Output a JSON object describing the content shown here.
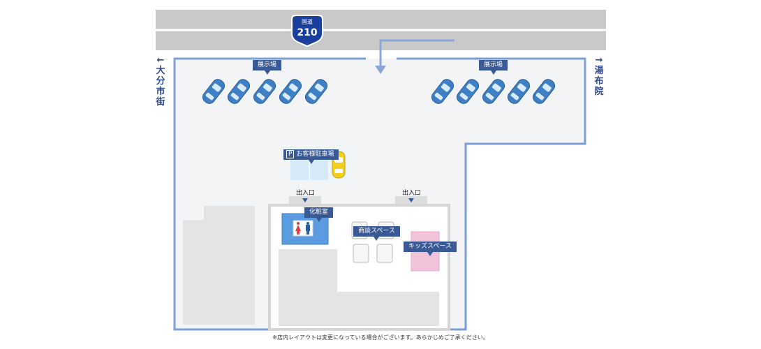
{
  "route": {
    "label": "国道",
    "number": "210"
  },
  "directions": {
    "left": {
      "arrow": "←",
      "text": "大分市街"
    },
    "right": {
      "arrow": "→",
      "text": "湯布院"
    }
  },
  "labels": {
    "showroom_left": "展示場",
    "showroom_right": "展示場",
    "parking_mark": "P",
    "parking": "お客様駐車場",
    "entrance_1": "出入口",
    "entrance_2": "出入口",
    "restroom": "化粧室",
    "meeting_space": "商談スペース",
    "kids_space": "キッズスペース"
  },
  "note": "※店内レイアウトは変更になっている場合がございます。あらかじめご了承ください。",
  "colors": {
    "road": "#c8c8c8",
    "lot_border": "#7f9ed2",
    "lot_fill": "#f3f4f6",
    "showroom_car": "#3f7fc4",
    "customer_car": "#f2cf1a",
    "label_bg": "#3a5a96",
    "restroom_fill": "#5b9be0",
    "kids_fill": "#f2c4dc",
    "building_gray": "#e3e3e3"
  },
  "icons": [
    "route-shield-icon",
    "entry-arrow-icon",
    "car-icon",
    "restroom-icon",
    "table-icon"
  ]
}
